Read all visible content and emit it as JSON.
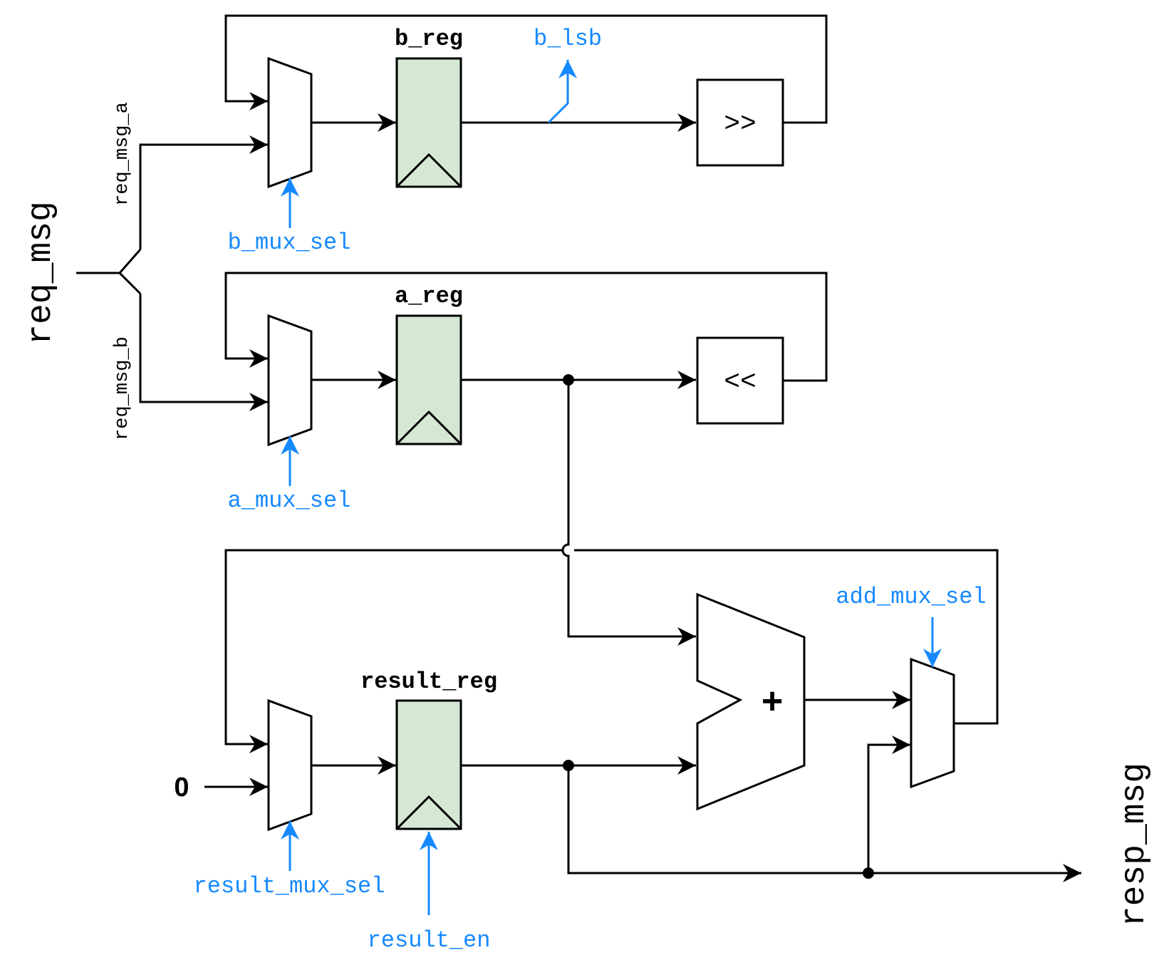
{
  "io": {
    "input": "req_msg",
    "output": "resp_msg",
    "split_a": "req_msg_a",
    "split_b": "req_msg_b",
    "constant_zero": "0"
  },
  "registers": {
    "b_reg": "b_reg",
    "a_reg": "a_reg",
    "result_reg": "result_reg"
  },
  "operators": {
    "shift_right": ">>",
    "shift_left": "<<",
    "adder": "+"
  },
  "control_signals": {
    "b_lsb": "b_lsb",
    "b_mux_sel": "b_mux_sel",
    "a_mux_sel": "a_mux_sel",
    "result_mux_sel": "result_mux_sel",
    "result_en": "result_en",
    "add_mux_sel": "add_mux_sel"
  },
  "colors": {
    "wire": "#000000",
    "control": "#1589ff",
    "register_fill": "#d5e8d4"
  }
}
